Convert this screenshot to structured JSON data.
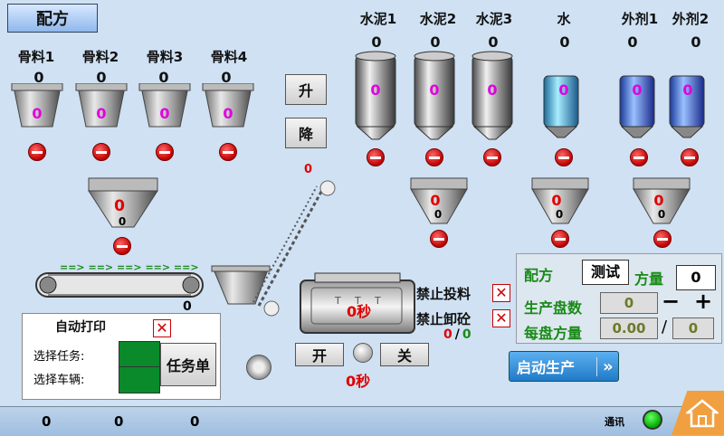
{
  "header": {
    "recipe_button": "配方"
  },
  "aggregates": [
    {
      "label": "骨料1",
      "value": "0",
      "inner": "0"
    },
    {
      "label": "骨料2",
      "value": "0",
      "inner": "0"
    },
    {
      "label": "骨料3",
      "value": "0",
      "inner": "0"
    },
    {
      "label": "骨料4",
      "value": "0",
      "inner": "0"
    }
  ],
  "silos": [
    {
      "label": "水泥1",
      "value": "0",
      "inner": "0"
    },
    {
      "label": "水泥2",
      "value": "0",
      "inner": "0"
    },
    {
      "label": "水泥3",
      "value": "0",
      "inner": "0"
    },
    {
      "label": "水",
      "value": "0",
      "inner": "0"
    },
    {
      "label": "外剂1",
      "value": "0",
      "inner": "0"
    },
    {
      "label": "外剂2",
      "value": "0",
      "inner": "0"
    }
  ],
  "lift": {
    "up": "升",
    "down": "降",
    "value": "0"
  },
  "weighers": {
    "aggregate": {
      "top": "0",
      "bottom": "0"
    },
    "cement": {
      "top": "0",
      "bottom": "0"
    },
    "water": {
      "top": "0",
      "bottom": "0"
    },
    "additive": {
      "top": "0",
      "bottom": "0"
    }
  },
  "conveyor": {
    "arrows": "==> ==> ==> ==> ==>",
    "value": "0"
  },
  "mixer": {
    "timer": "0秒",
    "open": "开",
    "close": "关",
    "door_timer": "0秒"
  },
  "controls": {
    "forbid_feed": "禁止投料",
    "forbid_unload": "禁止卸砼",
    "ratio_a": "0",
    "ratio_sep": "/",
    "ratio_b": "0"
  },
  "print": {
    "title": "自动打印",
    "select_task": "选择任务:",
    "select_vehicle": "选择车辆:",
    "task_button": "任务单"
  },
  "recipe": {
    "label": "配方",
    "name": "测试",
    "volume_label": "方量",
    "volume": "0",
    "plates_label": "生产盘数",
    "plates": "0",
    "minus": "−",
    "plus": "+",
    "per_plate_label": "每盘方量",
    "per_plate": "0.00",
    "sep": "/",
    "per_plate_b": "0"
  },
  "start_button": "启动生产",
  "start_arrow": "»",
  "status": {
    "v1": "0",
    "v2": "0",
    "v3": "0",
    "comm": "通讯"
  },
  "colors": {
    "bg": "#cfe1f3",
    "accent_orange": "#f0a040",
    "start_blue": "#2f8fd8",
    "recipe_green": "#1a8a1a"
  }
}
